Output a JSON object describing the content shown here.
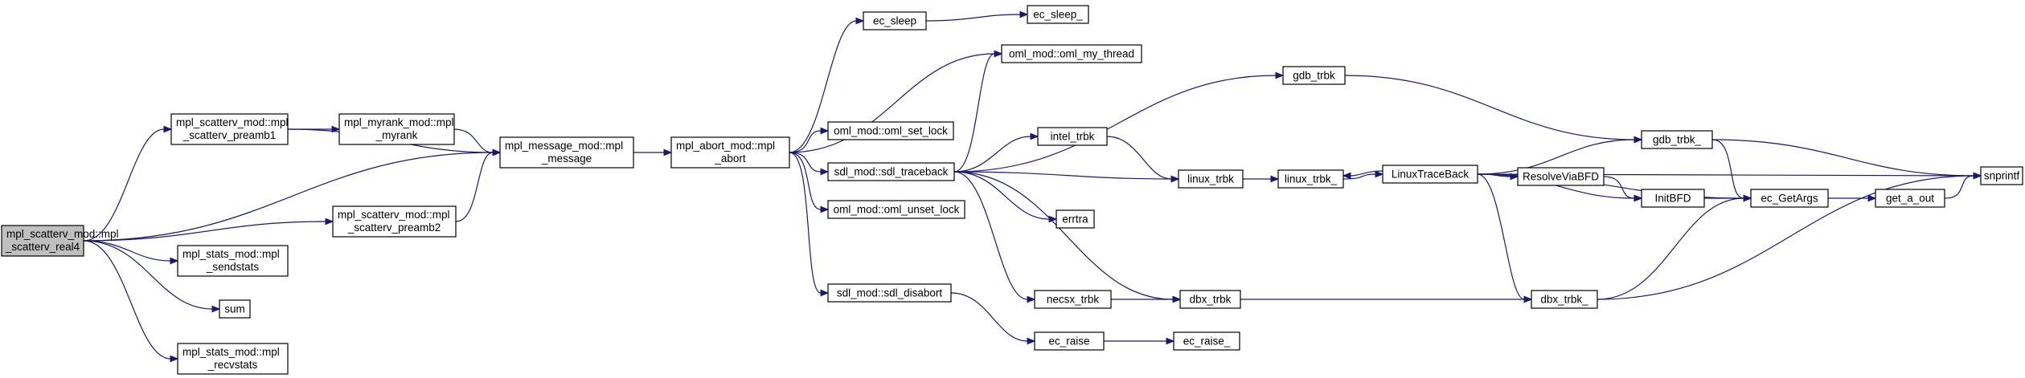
{
  "graph": {
    "nodes": [
      {
        "id": "root",
        "lines": [
          "mpl_scatterv_mod::mpl",
          "_scatterv_real4"
        ],
        "root": true
      },
      {
        "id": "preamb1",
        "lines": [
          "mpl_scatterv_mod::mpl",
          "_scatterv_preamb1"
        ]
      },
      {
        "id": "myrank",
        "lines": [
          "mpl_myrank_mod::mpl",
          "_myrank"
        ]
      },
      {
        "id": "message",
        "lines": [
          "mpl_message_mod::mpl",
          "_message"
        ]
      },
      {
        "id": "preamb2",
        "lines": [
          "mpl_scatterv_mod::mpl",
          "_scatterv_preamb2"
        ]
      },
      {
        "id": "sendstats",
        "lines": [
          "mpl_stats_mod::mpl",
          "_sendstats"
        ]
      },
      {
        "id": "sum",
        "lines": [
          "sum"
        ]
      },
      {
        "id": "recvstats",
        "lines": [
          "mpl_stats_mod::mpl",
          "_recvstats"
        ]
      },
      {
        "id": "abort",
        "lines": [
          "mpl_abort_mod::mpl",
          "_abort"
        ]
      },
      {
        "id": "ec_sleep",
        "lines": [
          "ec_sleep"
        ]
      },
      {
        "id": "ec_sleep_",
        "lines": [
          "ec_sleep_"
        ]
      },
      {
        "id": "oml_my_thread",
        "lines": [
          "oml_mod::oml_my_thread"
        ]
      },
      {
        "id": "oml_set_lock",
        "lines": [
          "oml_mod::oml_set_lock"
        ]
      },
      {
        "id": "sdl_traceback",
        "lines": [
          "sdl_mod::sdl_traceback"
        ]
      },
      {
        "id": "oml_unset_lock",
        "lines": [
          "oml_mod::oml_unset_lock"
        ]
      },
      {
        "id": "sdl_disabort",
        "lines": [
          "sdl_mod::sdl_disabort"
        ]
      },
      {
        "id": "gdb_trbk",
        "lines": [
          "gdb_trbk"
        ]
      },
      {
        "id": "intel_trbk",
        "lines": [
          "intel_trbk"
        ]
      },
      {
        "id": "errtra",
        "lines": [
          "errtra"
        ]
      },
      {
        "id": "necsx_trbk",
        "lines": [
          "necsx_trbk"
        ]
      },
      {
        "id": "ec_raise",
        "lines": [
          "ec_raise"
        ]
      },
      {
        "id": "ec_raise_",
        "lines": [
          "ec_raise_"
        ]
      },
      {
        "id": "linux_trbk",
        "lines": [
          "linux_trbk"
        ]
      },
      {
        "id": "dbx_trbk",
        "lines": [
          "dbx_trbk"
        ]
      },
      {
        "id": "linux_trbk_",
        "lines": [
          "linux_trbk_"
        ]
      },
      {
        "id": "LinuxTraceBack",
        "lines": [
          "LinuxTraceBack"
        ]
      },
      {
        "id": "ResolveViaBFD",
        "lines": [
          "ResolveViaBFD"
        ]
      },
      {
        "id": "gdb_trbk_",
        "lines": [
          "gdb_trbk_"
        ]
      },
      {
        "id": "InitBFD",
        "lines": [
          "InitBFD"
        ]
      },
      {
        "id": "dbx_trbk_",
        "lines": [
          "dbx_trbk_"
        ]
      },
      {
        "id": "ec_GetArgs",
        "lines": [
          "ec_GetArgs"
        ]
      },
      {
        "id": "get_a_out",
        "lines": [
          "get_a_out"
        ]
      },
      {
        "id": "snprintf",
        "lines": [
          "snprintf"
        ]
      }
    ],
    "edges": [
      [
        "root",
        "preamb1"
      ],
      [
        "root",
        "message"
      ],
      [
        "root",
        "preamb2"
      ],
      [
        "root",
        "sendstats"
      ],
      [
        "root",
        "sum"
      ],
      [
        "root",
        "recvstats"
      ],
      [
        "preamb1",
        "myrank"
      ],
      [
        "preamb1",
        "message"
      ],
      [
        "myrank",
        "message"
      ],
      [
        "preamb2",
        "message"
      ],
      [
        "message",
        "abort"
      ],
      [
        "abort",
        "ec_sleep"
      ],
      [
        "abort",
        "oml_my_thread"
      ],
      [
        "abort",
        "oml_set_lock"
      ],
      [
        "abort",
        "sdl_traceback"
      ],
      [
        "abort",
        "oml_unset_lock"
      ],
      [
        "abort",
        "sdl_disabort"
      ],
      [
        "ec_sleep",
        "ec_sleep_"
      ],
      [
        "sdl_traceback",
        "oml_my_thread"
      ],
      [
        "sdl_traceback",
        "gdb_trbk"
      ],
      [
        "sdl_traceback",
        "intel_trbk"
      ],
      [
        "sdl_traceback",
        "linux_trbk"
      ],
      [
        "sdl_traceback",
        "errtra"
      ],
      [
        "sdl_traceback",
        "necsx_trbk"
      ],
      [
        "sdl_traceback",
        "dbx_trbk"
      ],
      [
        "sdl_disabort",
        "ec_raise"
      ],
      [
        "ec_raise",
        "ec_raise_"
      ],
      [
        "gdb_trbk",
        "gdb_trbk_"
      ],
      [
        "intel_trbk",
        "linux_trbk"
      ],
      [
        "linux_trbk",
        "linux_trbk_"
      ],
      [
        "necsx_trbk",
        "dbx_trbk"
      ],
      [
        "dbx_trbk",
        "dbx_trbk_"
      ],
      [
        "linux_trbk_",
        "LinuxTraceBack"
      ],
      [
        "LinuxTraceBack",
        "linux_trbk_"
      ],
      [
        "LinuxTraceBack",
        "snprintf"
      ],
      [
        "LinuxTraceBack",
        "gdb_trbk_"
      ],
      [
        "LinuxTraceBack",
        "ResolveViaBFD"
      ],
      [
        "LinuxTraceBack",
        "InitBFD"
      ],
      [
        "LinuxTraceBack",
        "ec_GetArgs"
      ],
      [
        "LinuxTraceBack",
        "dbx_trbk_"
      ],
      [
        "ResolveViaBFD",
        "InitBFD"
      ],
      [
        "gdb_trbk_",
        "ec_GetArgs"
      ],
      [
        "gdb_trbk_",
        "snprintf"
      ],
      [
        "InitBFD",
        "ec_GetArgs"
      ],
      [
        "dbx_trbk_",
        "ec_GetArgs"
      ],
      [
        "dbx_trbk_",
        "snprintf"
      ],
      [
        "ec_GetArgs",
        "get_a_out"
      ],
      [
        "get_a_out",
        "snprintf"
      ]
    ]
  }
}
